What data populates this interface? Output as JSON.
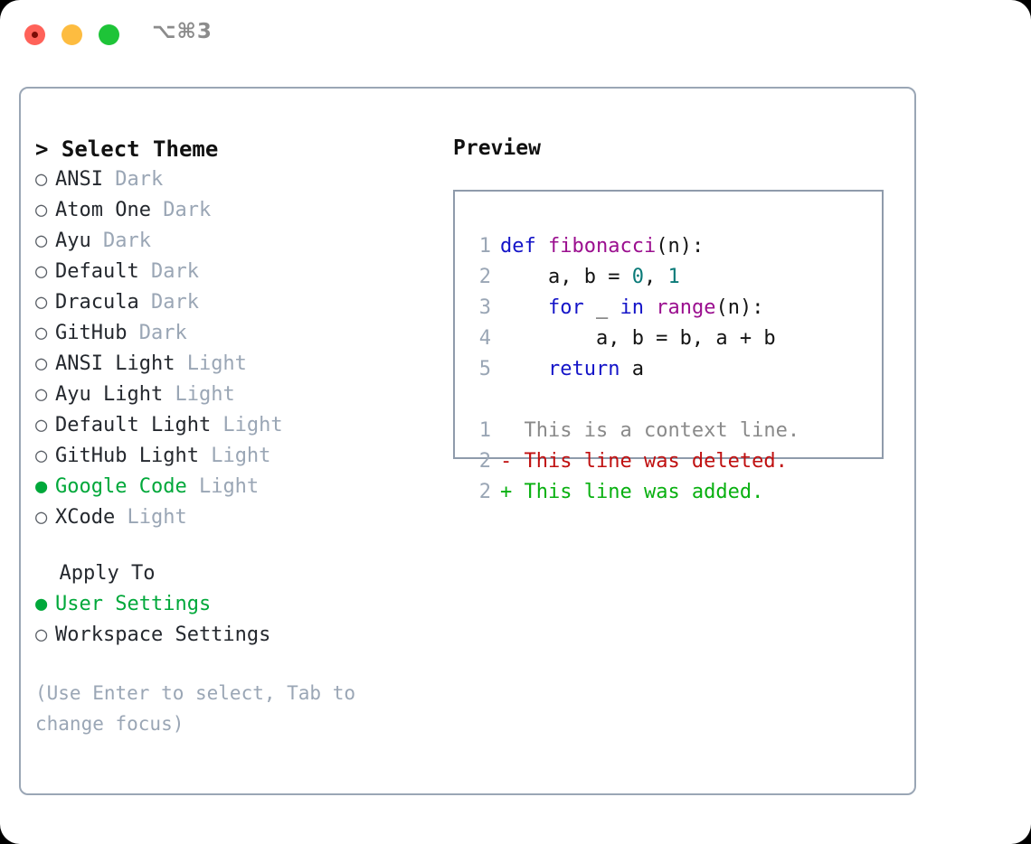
{
  "titlebar": {
    "shortcut": "⌥⌘3",
    "buttons": [
      {
        "name": "close",
        "color": "#ff6259"
      },
      {
        "name": "minimize",
        "color": "#fdbc40"
      },
      {
        "name": "maximize",
        "color": "#1ec438"
      }
    ]
  },
  "theme_panel": {
    "header": "> Select Theme",
    "bullet_selected": "●",
    "bullet_unselected": "○",
    "selected_color": "#00a83a",
    "kind_color": "#9aa6b5",
    "items": [
      {
        "bullet": "○",
        "name": "ANSI",
        "kind": "Dark",
        "selected": false
      },
      {
        "bullet": "○",
        "name": "Atom One",
        "kind": "Dark",
        "selected": false
      },
      {
        "bullet": "○",
        "name": "Ayu",
        "kind": "Dark",
        "selected": false
      },
      {
        "bullet": "○",
        "name": "Default",
        "kind": "Dark",
        "selected": false
      },
      {
        "bullet": "○",
        "name": "Dracula",
        "kind": "Dark",
        "selected": false
      },
      {
        "bullet": "○",
        "name": "GitHub",
        "kind": "Dark",
        "selected": false
      },
      {
        "bullet": "○",
        "name": "ANSI Light",
        "kind": "Light",
        "selected": false
      },
      {
        "bullet": "○",
        "name": "Ayu Light",
        "kind": "Light",
        "selected": false
      },
      {
        "bullet": "○",
        "name": "Default Light",
        "kind": "Light",
        "selected": false
      },
      {
        "bullet": "○",
        "name": "GitHub Light",
        "kind": "Light",
        "selected": false
      },
      {
        "bullet": "●",
        "name": "Google Code",
        "kind": "Light",
        "selected": true
      },
      {
        "bullet": "○",
        "name": "XCode",
        "kind": "Light",
        "selected": false
      }
    ]
  },
  "apply_to": {
    "header": "  Apply To",
    "items": [
      {
        "bullet": "●",
        "name": "User Settings",
        "selected": true
      },
      {
        "bullet": "○",
        "name": "Workspace Settings",
        "selected": false
      }
    ]
  },
  "hint": "(Use Enter to select, Tab to change focus)",
  "preview": {
    "title": "Preview",
    "code_lines": [
      {
        "num": "1",
        "tokens": [
          {
            "t": "def",
            "c": "kw"
          },
          {
            "t": " ",
            "c": "pl"
          },
          {
            "t": "fibonacci",
            "c": "fn"
          },
          {
            "t": "(n):",
            "c": "pl"
          }
        ]
      },
      {
        "num": "2",
        "tokens": [
          {
            "t": "    a, b = ",
            "c": "pl"
          },
          {
            "t": "0",
            "c": "num"
          },
          {
            "t": ", ",
            "c": "pl"
          },
          {
            "t": "1",
            "c": "num"
          }
        ]
      },
      {
        "num": "3",
        "tokens": [
          {
            "t": "    ",
            "c": "pl"
          },
          {
            "t": "for",
            "c": "kw"
          },
          {
            "t": " _ ",
            "c": "pl"
          },
          {
            "t": "in",
            "c": "kw"
          },
          {
            "t": " ",
            "c": "pl"
          },
          {
            "t": "range",
            "c": "fn"
          },
          {
            "t": "(n):",
            "c": "pl"
          }
        ]
      },
      {
        "num": "4",
        "tokens": [
          {
            "t": "        a, b = b, a + b",
            "c": "pl"
          }
        ]
      },
      {
        "num": "5",
        "tokens": [
          {
            "t": "    ",
            "c": "pl"
          },
          {
            "t": "return",
            "c": "kw"
          },
          {
            "t": " a",
            "c": "pl"
          }
        ]
      }
    ],
    "diff_lines": [
      {
        "num": "1",
        "marker": "  ",
        "text": "This is a context line.",
        "cls": "ctx"
      },
      {
        "num": "2",
        "marker": "- ",
        "text": "This line was deleted.",
        "cls": "del"
      },
      {
        "num": "2",
        "marker": "+ ",
        "text": "This line was added.",
        "cls": "add"
      }
    ]
  }
}
